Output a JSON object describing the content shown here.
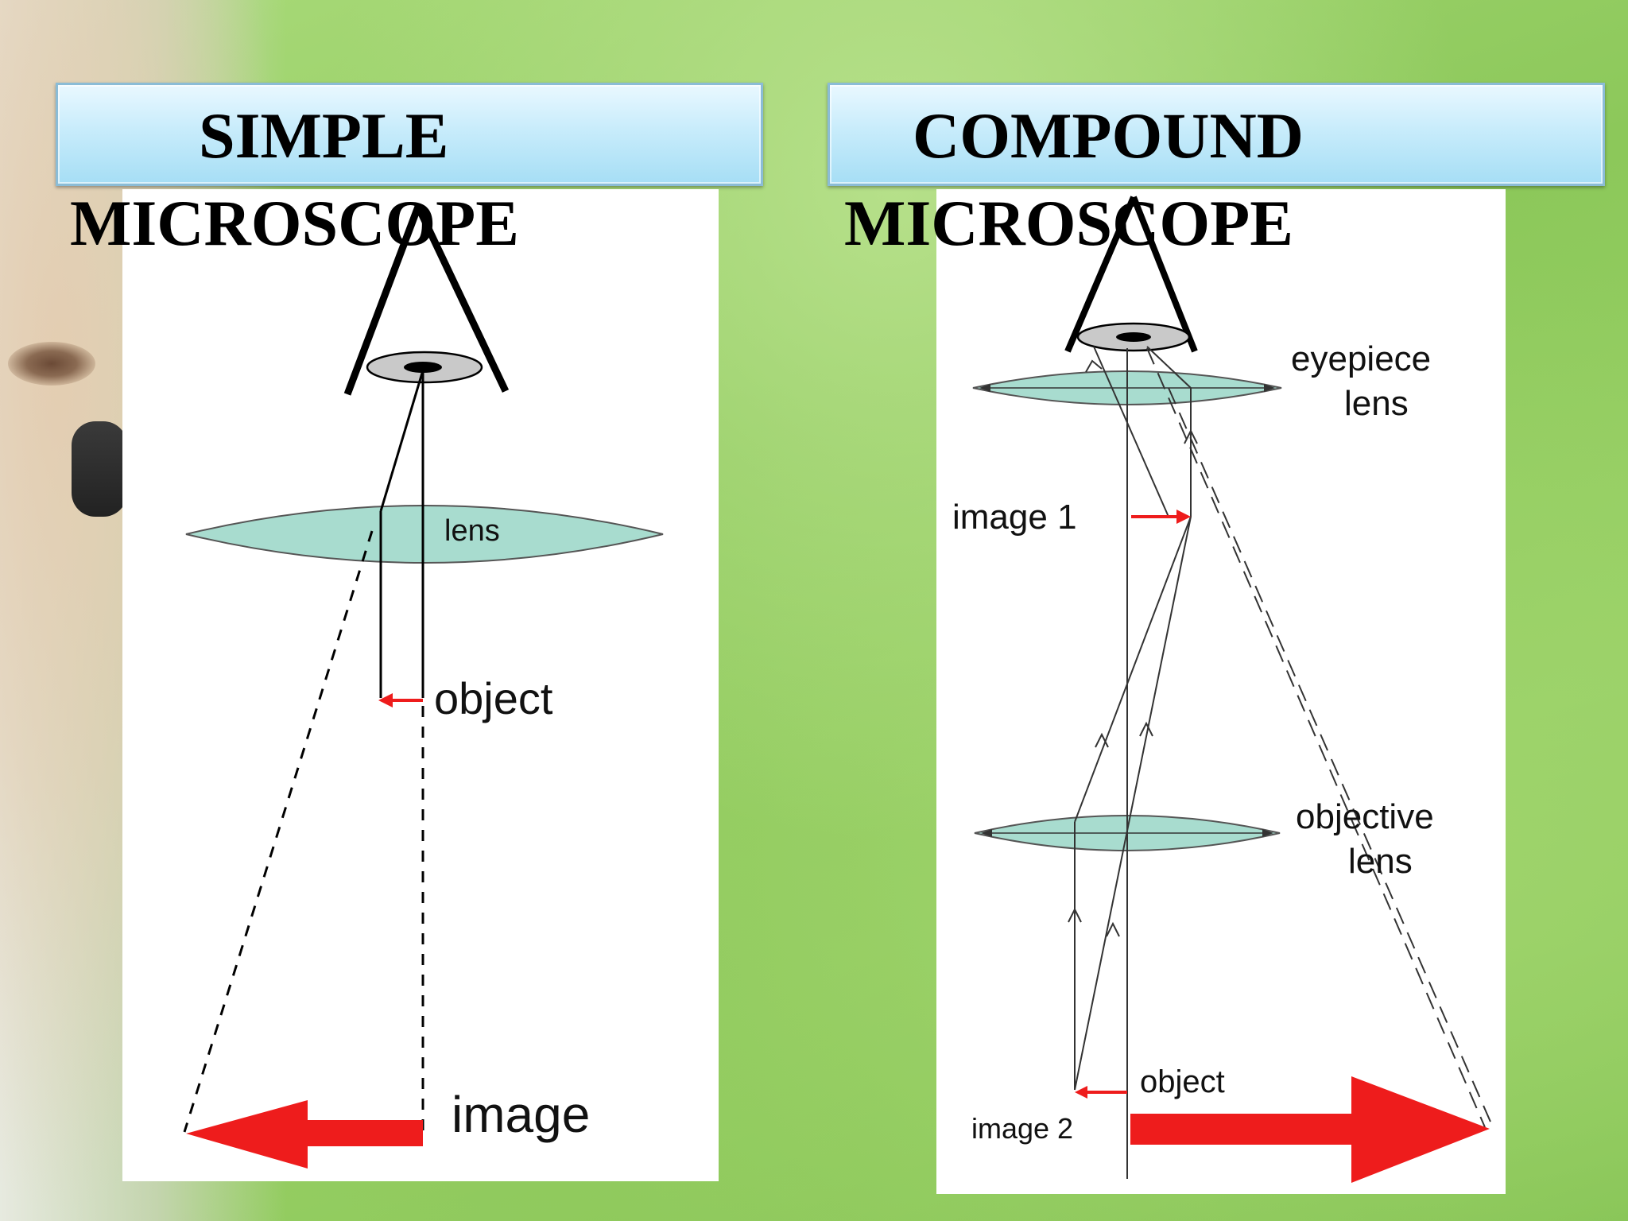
{
  "left": {
    "heading_line1": "SIMPLE",
    "heading_line2": "MICROSCOPE",
    "labels": {
      "lens": "lens",
      "object": "object",
      "image": "image"
    }
  },
  "right": {
    "heading_line1": "COMPOUND",
    "heading_line2": "MICROSCOPE",
    "labels": {
      "eyepiece_1": "eyepiece",
      "eyepiece_2": "lens",
      "image1": "image 1",
      "objective_1": "objective",
      "objective_2": "lens",
      "object": "object",
      "image2": "image 2"
    }
  },
  "colors": {
    "lens_fill": "#a8dccf",
    "arrow_red": "#ee1c1c",
    "banner_blue": "#bfe8f9",
    "background_green": "#98d065"
  }
}
